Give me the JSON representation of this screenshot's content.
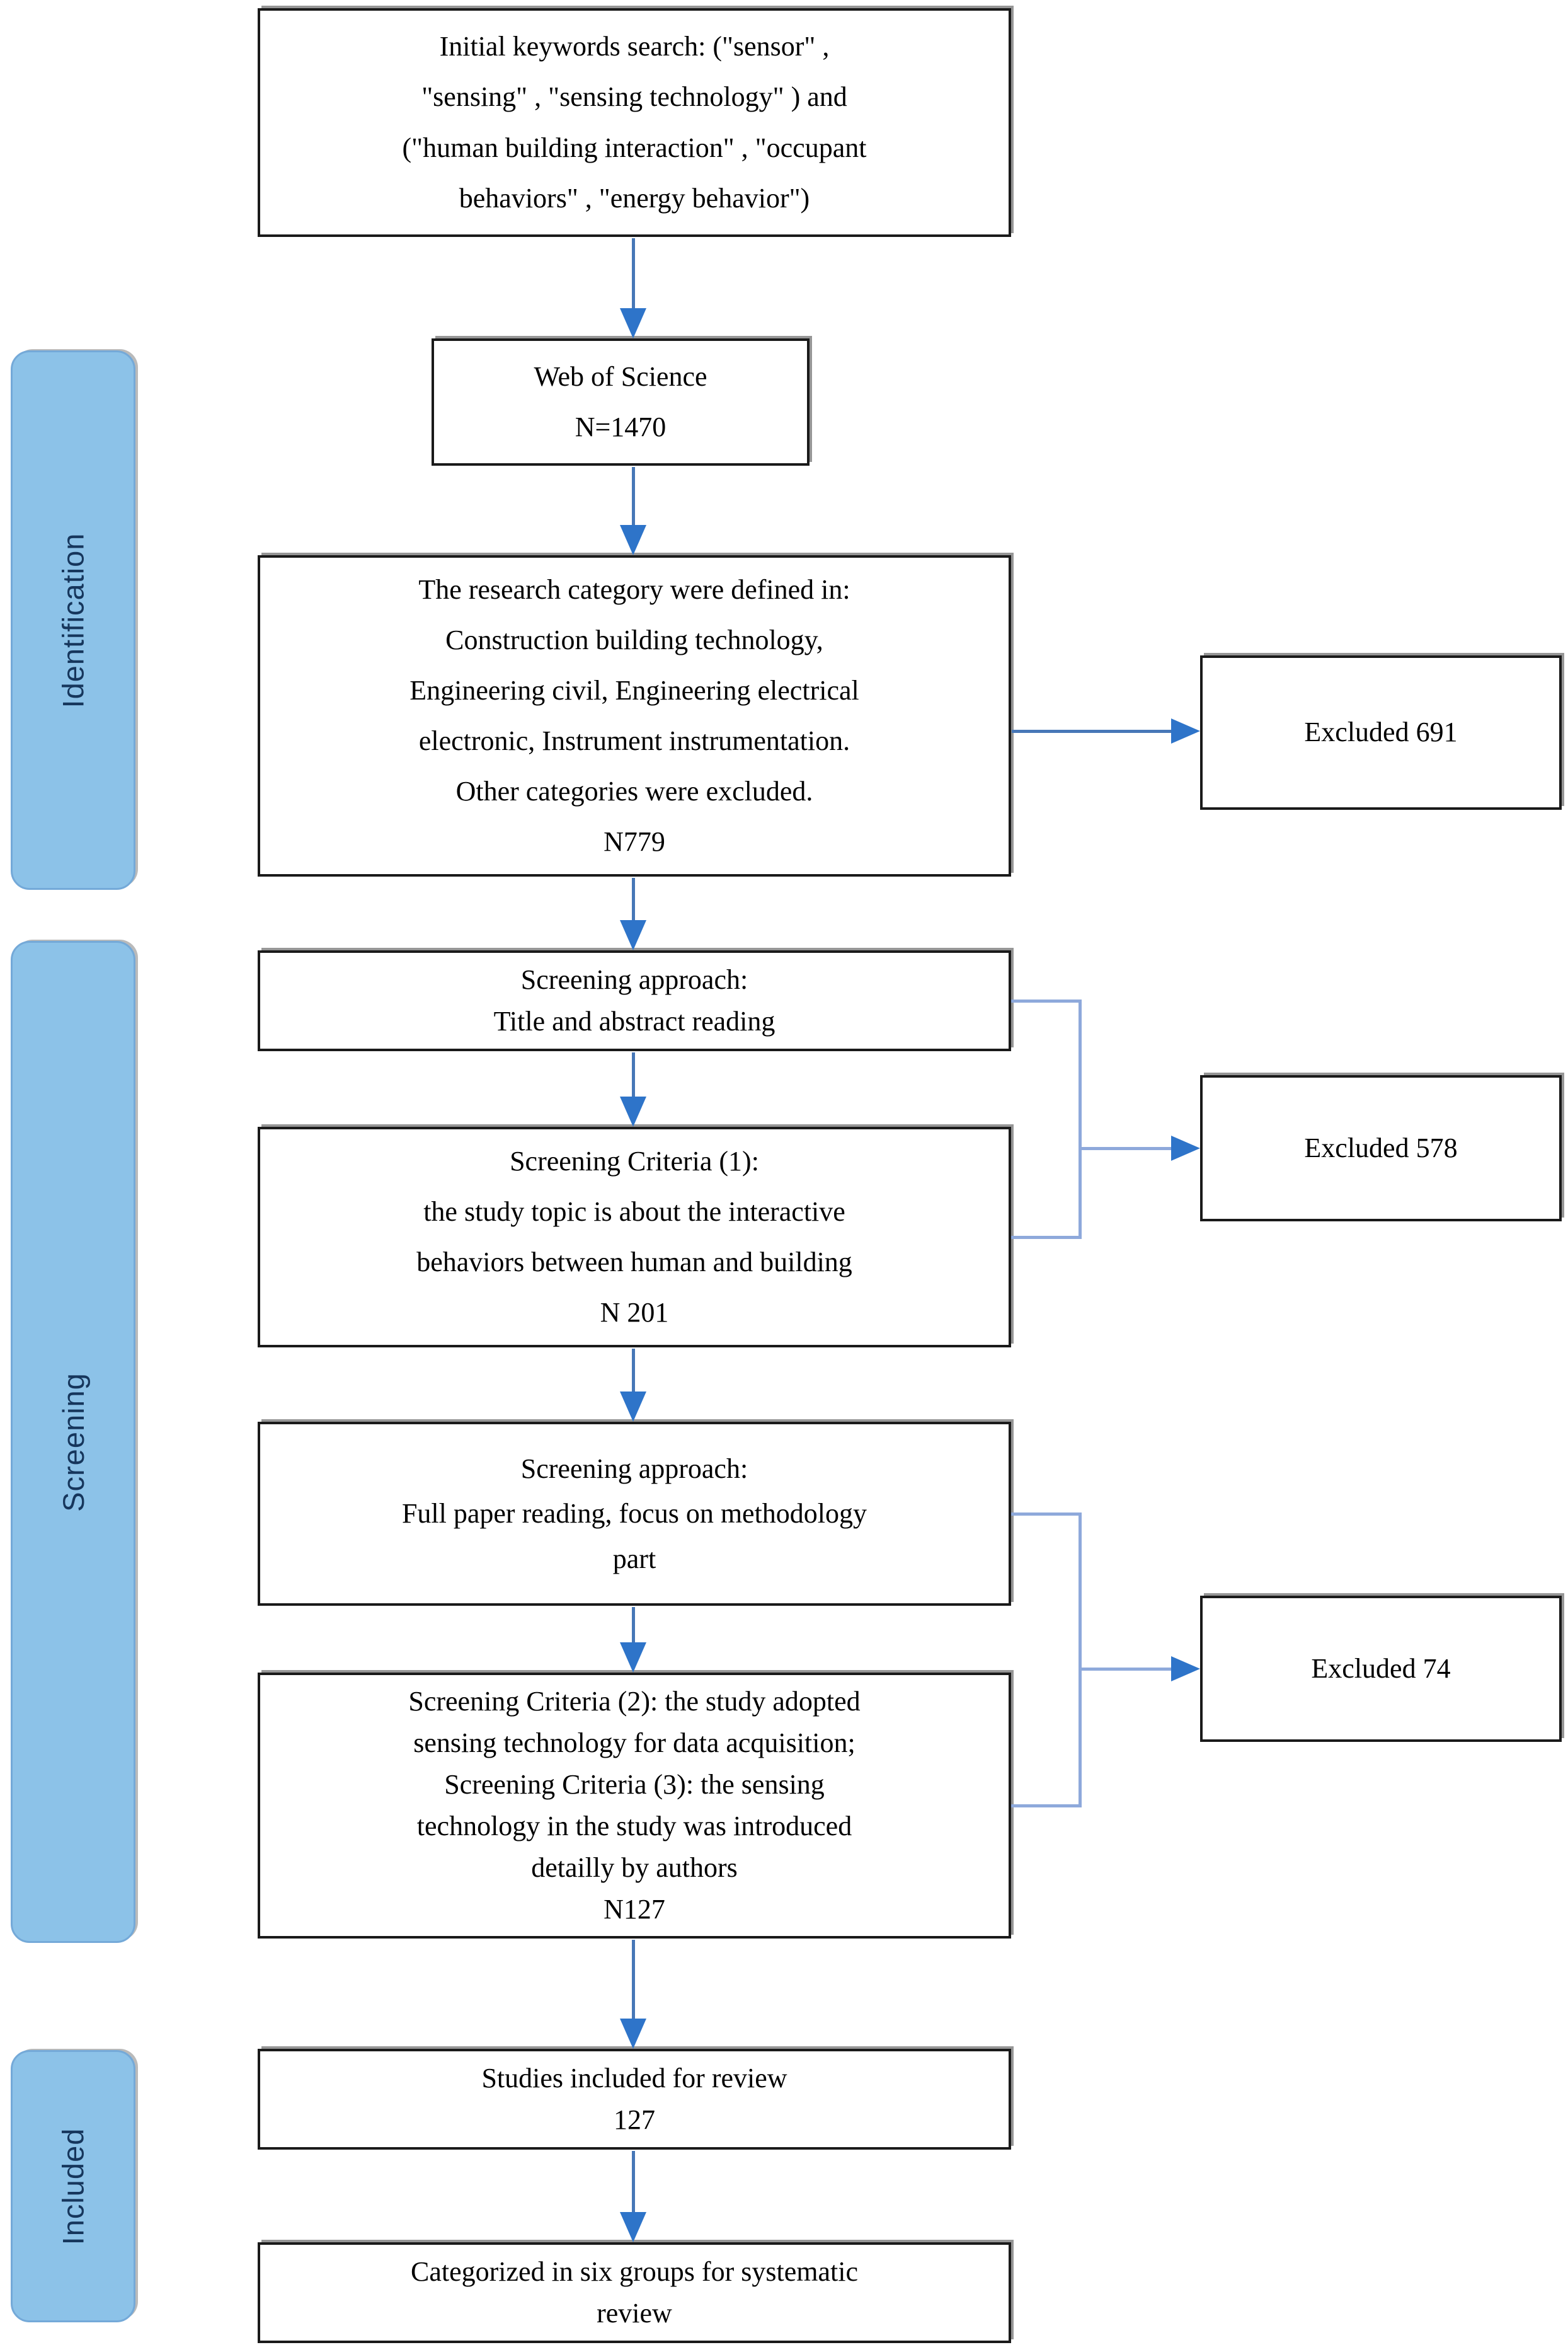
{
  "sidebar": {
    "items": [
      {
        "id": "identification",
        "label": "Identification"
      },
      {
        "id": "screening",
        "label": "Screening"
      },
      {
        "id": "included",
        "label": "Included"
      }
    ]
  },
  "flow": {
    "initial_keywords": {
      "text": "Initial keywords search:  (\"sensor\" ,\n\"sensing\" , \"sensing technology\" ) and\n(\"human building interaction\" , \"occupant\nbehaviors\" ,  \"energy behavior\")"
    },
    "web_of_science": {
      "text": "Web of Science\nN=1470"
    },
    "research_category": {
      "text": "The research category were defined in:\nConstruction building technology,\nEngineering civil, Engineering electrical\nelectronic, Instrument instrumentation.\nOther categories were excluded.\nN779"
    },
    "screening_approach_title_abstract": {
      "text": "Screening approach:\nTitle and abstract reading"
    },
    "screening_criteria_1": {
      "text": "Screening Criteria (1):\nthe study topic is about the interactive\nbehaviors between human and building\nN 201"
    },
    "screening_approach_full_paper": {
      "text": "Screening approach:\nFull paper reading, focus on methodology\npart"
    },
    "screening_criteria_2_3": {
      "text": "Screening Criteria (2): the study adopted\nsensing technology for data acquisition;\nScreening Criteria (3): the sensing\ntechnology in the study was introduced\ndetailly  by  authors\nN127"
    },
    "studies_included": {
      "text": "Studies included for review\n127"
    },
    "categorized": {
      "text": "Categorized in six groups for systematic\nreview"
    },
    "excluded_691": {
      "text": "Excluded 691"
    },
    "excluded_578": {
      "text": "Excluded 578"
    },
    "excluded_74": {
      "text": "Excluded 74"
    }
  },
  "palette": {
    "band_fill": "#8CC2E8",
    "band_border": "#74A9D8",
    "band_text": "#16365C",
    "arrow_line": "#4777B7",
    "arrow_head": "#2E74C9",
    "connector": "#8EA9DB",
    "box_border": "#1A1A1A",
    "box_shadow": "#969696"
  }
}
